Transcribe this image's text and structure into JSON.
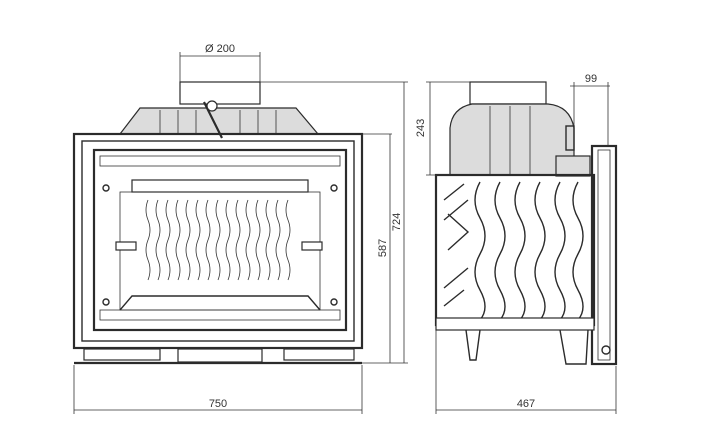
{
  "front_view": {
    "width_label": "750",
    "height_label": "724",
    "inner_height_label": "587",
    "flue_label": "Ø 200"
  },
  "side_view": {
    "depth_label": "467",
    "top_height_label": "243",
    "offset_label": "99"
  }
}
